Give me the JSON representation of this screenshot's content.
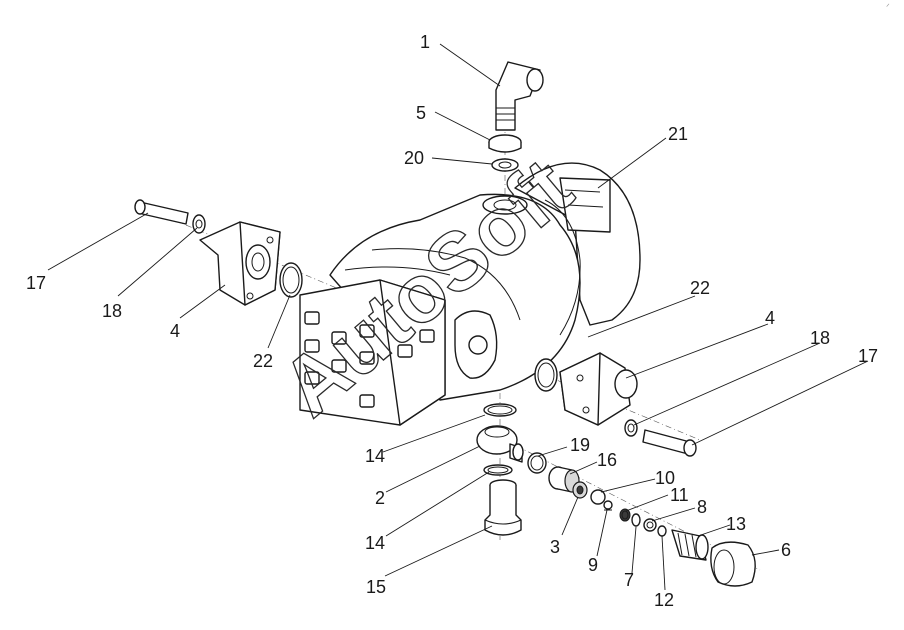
{
  "watermark": "AutoSoft",
  "corner_mark": "ᐟ",
  "callouts": [
    {
      "id": "c1",
      "label": "1"
    },
    {
      "id": "c5",
      "label": "5"
    },
    {
      "id": "c20",
      "label": "20"
    },
    {
      "id": "c21",
      "label": "21"
    },
    {
      "id": "c17a",
      "label": "17"
    },
    {
      "id": "c18a",
      "label": "18"
    },
    {
      "id": "c4a",
      "label": "4"
    },
    {
      "id": "c22a",
      "label": "22"
    },
    {
      "id": "c22b",
      "label": "22"
    },
    {
      "id": "c4b",
      "label": "4"
    },
    {
      "id": "c18b",
      "label": "18"
    },
    {
      "id": "c17b",
      "label": "17"
    },
    {
      "id": "c14a",
      "label": "14"
    },
    {
      "id": "c19",
      "label": "19"
    },
    {
      "id": "c16",
      "label": "16"
    },
    {
      "id": "c2",
      "label": "2"
    },
    {
      "id": "c10",
      "label": "10"
    },
    {
      "id": "c11",
      "label": "11"
    },
    {
      "id": "c8",
      "label": "8"
    },
    {
      "id": "c13",
      "label": "13"
    },
    {
      "id": "c6",
      "label": "6"
    },
    {
      "id": "c14b",
      "label": "14"
    },
    {
      "id": "c3",
      "label": "3"
    },
    {
      "id": "c9",
      "label": "9"
    },
    {
      "id": "c7",
      "label": "7"
    },
    {
      "id": "c12",
      "label": "12"
    },
    {
      "id": "c15",
      "label": "15"
    }
  ]
}
